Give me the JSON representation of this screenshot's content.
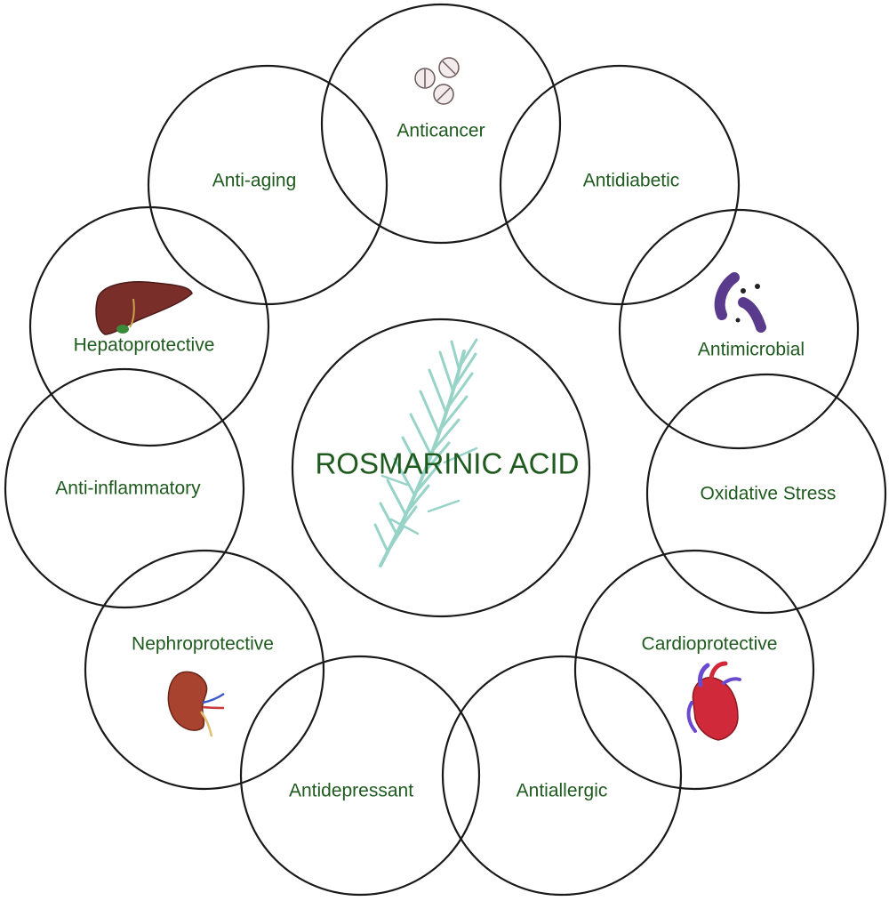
{
  "center": {
    "label": "ROSMARINIC ACID",
    "icon": "rosemary-sprig-icon"
  },
  "colors": {
    "text": "#1f5a1f",
    "stroke": "#1a1a1a",
    "sprig": "#8ccfc2"
  },
  "activities": [
    {
      "key": "anticancer",
      "label": "Anticancer",
      "icon": "pills-icon"
    },
    {
      "key": "antidiabetic",
      "label": "Antidiabetic",
      "icon": ""
    },
    {
      "key": "antimicrobial",
      "label": "Antimicrobial",
      "icon": "bacteria-icon"
    },
    {
      "key": "oxidative-stress",
      "label": "Oxidative Stress",
      "icon": ""
    },
    {
      "key": "cardioprotective",
      "label": "Cardioprotective",
      "icon": "heart-icon"
    },
    {
      "key": "antiallergic",
      "label": "Antiallergic",
      "icon": ""
    },
    {
      "key": "antidepressant",
      "label": "Antidepressant",
      "icon": ""
    },
    {
      "key": "nephroprotective",
      "label": "Nephroprotective",
      "icon": "kidney-icon"
    },
    {
      "key": "anti-inflammatory",
      "label": "Anti-inflammatory",
      "icon": ""
    },
    {
      "key": "hepatoprotective",
      "label": "Hepatoprotective",
      "icon": "liver-icon"
    },
    {
      "key": "anti-aging",
      "label": "Anti-aging",
      "icon": ""
    }
  ]
}
